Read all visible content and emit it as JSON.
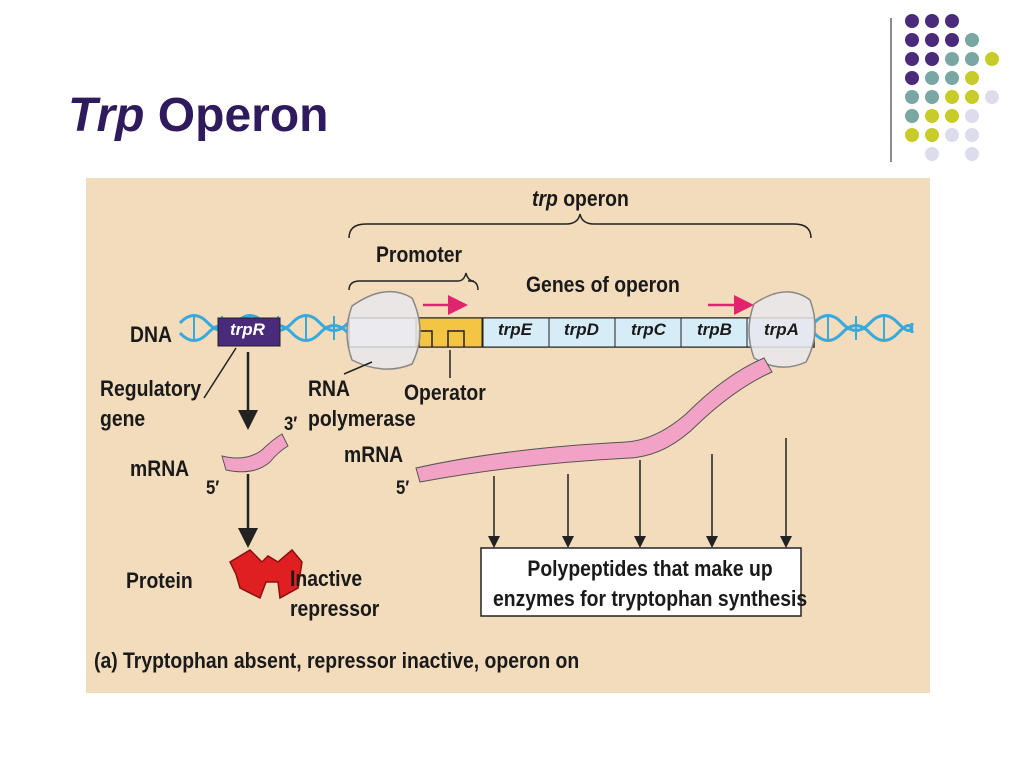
{
  "title": {
    "italic_part": "Trp",
    "rest": " Operon"
  },
  "colors": {
    "purple": "#4a2a7a",
    "teal": "#7aa6a3",
    "olive": "#c7cc28",
    "lavender": "#dcdcec",
    "panel": "#f3dcbc",
    "promoter": "#f4c542",
    "gene_box": "#d6ecf7",
    "mrna": "#f2a2c4",
    "repressor": "#e02020",
    "arrow_magenta": "#e0246e",
    "dna_blue": "#39a9dc"
  },
  "decoration": {
    "dot_grid": [
      [
        "purple",
        "purple",
        "purple",
        "none",
        "none"
      ],
      [
        "purple",
        "purple",
        "purple",
        "teal",
        "none"
      ],
      [
        "purple",
        "purple",
        "teal",
        "teal",
        "olive"
      ],
      [
        "purple",
        "teal",
        "teal",
        "olive",
        "none"
      ],
      [
        "teal",
        "teal",
        "olive",
        "olive",
        "lavender"
      ],
      [
        "teal",
        "olive",
        "olive",
        "lavender",
        "none"
      ],
      [
        "olive",
        "olive",
        "lavender",
        "lavender",
        "none"
      ],
      [
        "none",
        "lavender",
        "none",
        "lavender",
        "none"
      ]
    ]
  },
  "figure": {
    "trp_operon_label": {
      "italic": "trp",
      "rest": " operon"
    },
    "promoter_label": "Promoter",
    "genes_label": "Genes of operon",
    "dna_label": "DNA",
    "trpR_label": "trpR",
    "genes": [
      "trpE",
      "trpD",
      "trpC",
      "trpB",
      "trpA"
    ],
    "regulatory_gene_label": "Regulatory\ngene",
    "rna_polymerase_label": "RNA\npolymerase",
    "operator_label": "Operator",
    "mrna_left_label": "mRNA",
    "mrna_right_label": "mRNA",
    "three_prime": "3′",
    "five_prime_left": "5′",
    "five_prime_right": "5′",
    "protein_label": "Protein",
    "inactive_repressor_label": "Inactive\nrepressor",
    "polypeptides_label": "Polypeptides that make up\nenzymes for tryptophan synthesis",
    "caption": "(a) Tryptophan absent, repressor inactive, operon on"
  }
}
